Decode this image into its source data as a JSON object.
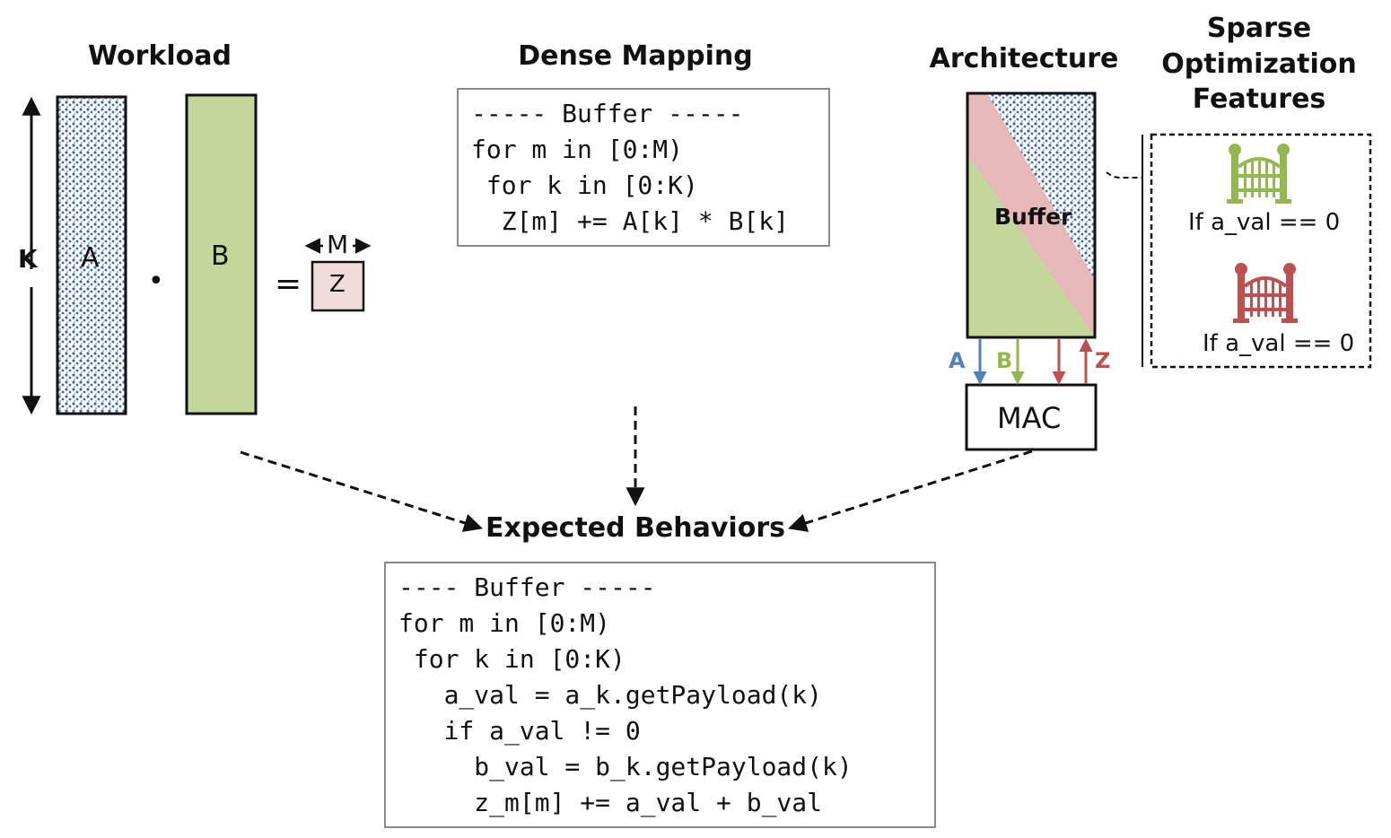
{
  "workload": {
    "title": "Workload",
    "tensor_a_label": "A",
    "tensor_b_label": "B",
    "tensor_z_label": "Z",
    "dim_k_label": "K",
    "dim_m_label": "M",
    "dot_symbol": "•",
    "equals_symbol": "="
  },
  "dense_mapping": {
    "title": "Dense Mapping",
    "code": [
      "----- Buffer -----",
      "for m in [0:M)",
      " for k in [0:K)",
      "  Z[m] += A[k] * B[k]"
    ]
  },
  "architecture": {
    "title": "Architecture",
    "buffer_label": "Buffer",
    "mac_label": "MAC",
    "link_labels": {
      "a": "A",
      "b": "B",
      "z": "Z"
    }
  },
  "sparse_features": {
    "title_lines": [
      "Sparse",
      "Optimization",
      "Features"
    ],
    "features": [
      {
        "condition": "If a_val == 0",
        "icon": "gate-icon",
        "color": "#93b84f"
      },
      {
        "condition": "If a_val == 0",
        "icon": "gate-icon",
        "color": "#c0504d"
      }
    ]
  },
  "expected_behaviors": {
    "title": "Expected Behaviors",
    "code": [
      "---- Buffer -----",
      "for m in [0:M)",
      " for k in [0:K)",
      "   a_val = a_k.getPayload(k)",
      "   if a_val != 0",
      "     b_val = b_k.getPayload(k)",
      "     z_m[m] += a_val + b_val"
    ]
  },
  "colors": {
    "tensor_a_dots": "#3d6aa8",
    "tensor_b_fill": "#c4d79b",
    "tensor_z_fill": "#f2dcdb",
    "buffer_z_band": "#e6b8b7",
    "arrow_a": "#4f81bd",
    "arrow_b": "#93b84f",
    "arrow_z": "#c0504d",
    "gate_green": "#93b84f",
    "gate_red": "#c0504d"
  }
}
